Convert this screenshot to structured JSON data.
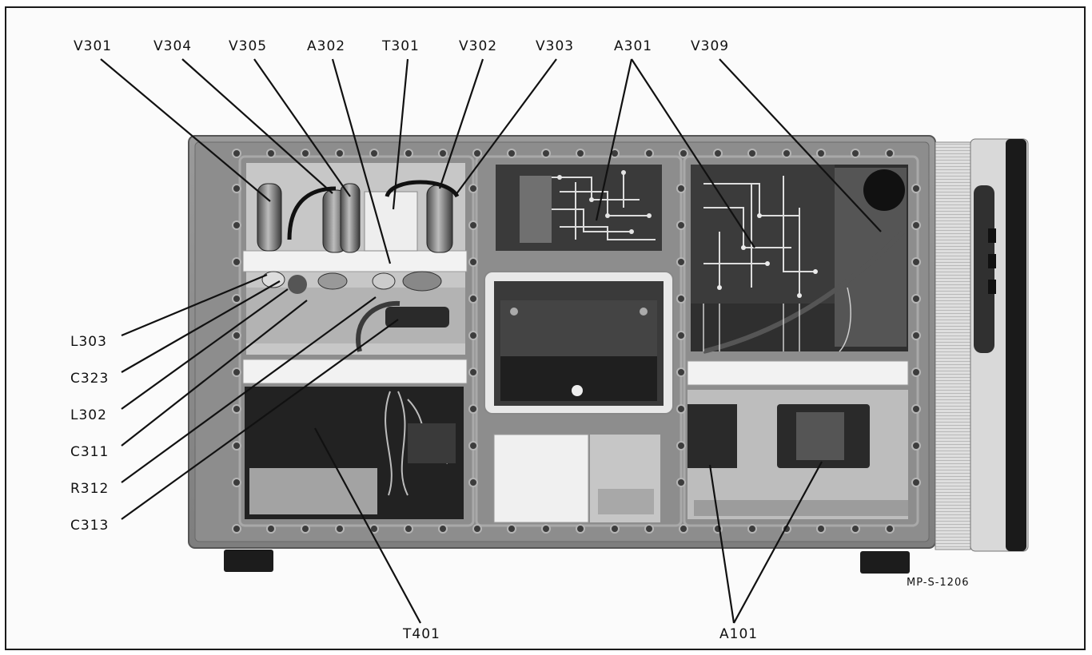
{
  "figure_code": "MP-S-1206",
  "callouts_top": [
    {
      "id": "v301",
      "text": "V301"
    },
    {
      "id": "v304",
      "text": "V304"
    },
    {
      "id": "v305",
      "text": "V305"
    },
    {
      "id": "a302",
      "text": "A302"
    },
    {
      "id": "t301",
      "text": "T301"
    },
    {
      "id": "v302",
      "text": "V302"
    },
    {
      "id": "v303",
      "text": "V303"
    },
    {
      "id": "a301",
      "text": "A301"
    },
    {
      "id": "v309",
      "text": "V309"
    }
  ],
  "callouts_left": [
    {
      "id": "l303",
      "text": "L303"
    },
    {
      "id": "c323",
      "text": "C323"
    },
    {
      "id": "l302",
      "text": "L302"
    },
    {
      "id": "c311",
      "text": "C311"
    },
    {
      "id": "r312",
      "text": "R312"
    },
    {
      "id": "c313",
      "text": "C313"
    }
  ],
  "callouts_bottom": [
    {
      "id": "t401",
      "text": "T401"
    },
    {
      "id": "a101",
      "text": "A101"
    }
  ]
}
